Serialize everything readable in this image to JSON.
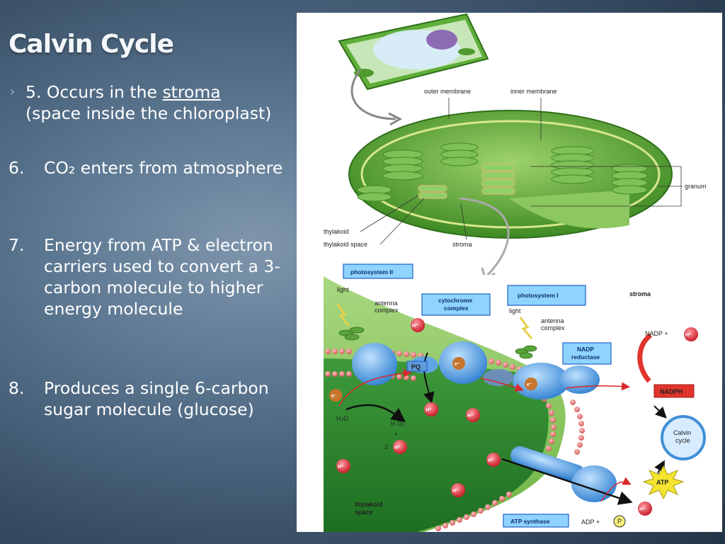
{
  "slide": {
    "title": "Calvin Cycle",
    "bullet5": {
      "prefix": "5. Occurs in the ",
      "stroma_link": "stroma",
      "rest": "(space inside the chloroplast)"
    },
    "items": [
      {
        "num": "6.",
        "text": "CO₂ enters from atmosphere"
      },
      {
        "num": "7.",
        "text": "Energy from ATP & electron carriers used to convert a 3-carbon molecule to higher energy molecule"
      },
      {
        "num": "8.",
        "text": "Produces a single 6-carbon sugar molecule (glucose)"
      }
    ]
  },
  "diagram": {
    "labels": {
      "outer_membrane": "outer membrane",
      "inner_membrane": "inner membrane",
      "granum": "granum",
      "thylakoid": "thylakoid",
      "thylakoid_space": "thylakoid space",
      "stroma": "stroma",
      "photosystem_ii": "photosystem II",
      "photosystem_i": "photosystem I",
      "light_1": "light",
      "light_2": "light",
      "antenna_complex_1_line1": "antenna",
      "antenna_complex_1_line2": "complex",
      "antenna_complex_2_line1": "antenna",
      "antenna_complex_2_line2": "complex",
      "cytochrome_line1": "cytochrome",
      "cytochrome_line2": "complex",
      "stroma_bold": "stroma",
      "nadp_plus": "NADP +",
      "nadp_reductase_line1": "NADP",
      "nadp_reductase_line2": "reductase",
      "nadph": "NADPH",
      "calvin_line1": "Calvin",
      "calvin_line2": "cycle",
      "atp": "ATP",
      "adp_plus": "ADP +",
      "p": "P",
      "h2o": "H₂O",
      "o2": "½ O₂",
      "plus": "+",
      "two_h": "2",
      "pq": "PQ",
      "e_minus": "e⁻",
      "h_plus": "H⁺",
      "thylakoid_space_bold_line1": "thylakoid",
      "thylakoid_space_bold_line2": "space",
      "atp_synthase": "ATP synthase"
    },
    "colors": {
      "membrane_green": "#4e9a2e",
      "protein_blue": "#3f8fd6",
      "h_red": "#d2343c",
      "nadph_red": "#e0342c",
      "label_box_blue": "#1f5fc8",
      "atp_yellow": "#f4e430"
    }
  }
}
